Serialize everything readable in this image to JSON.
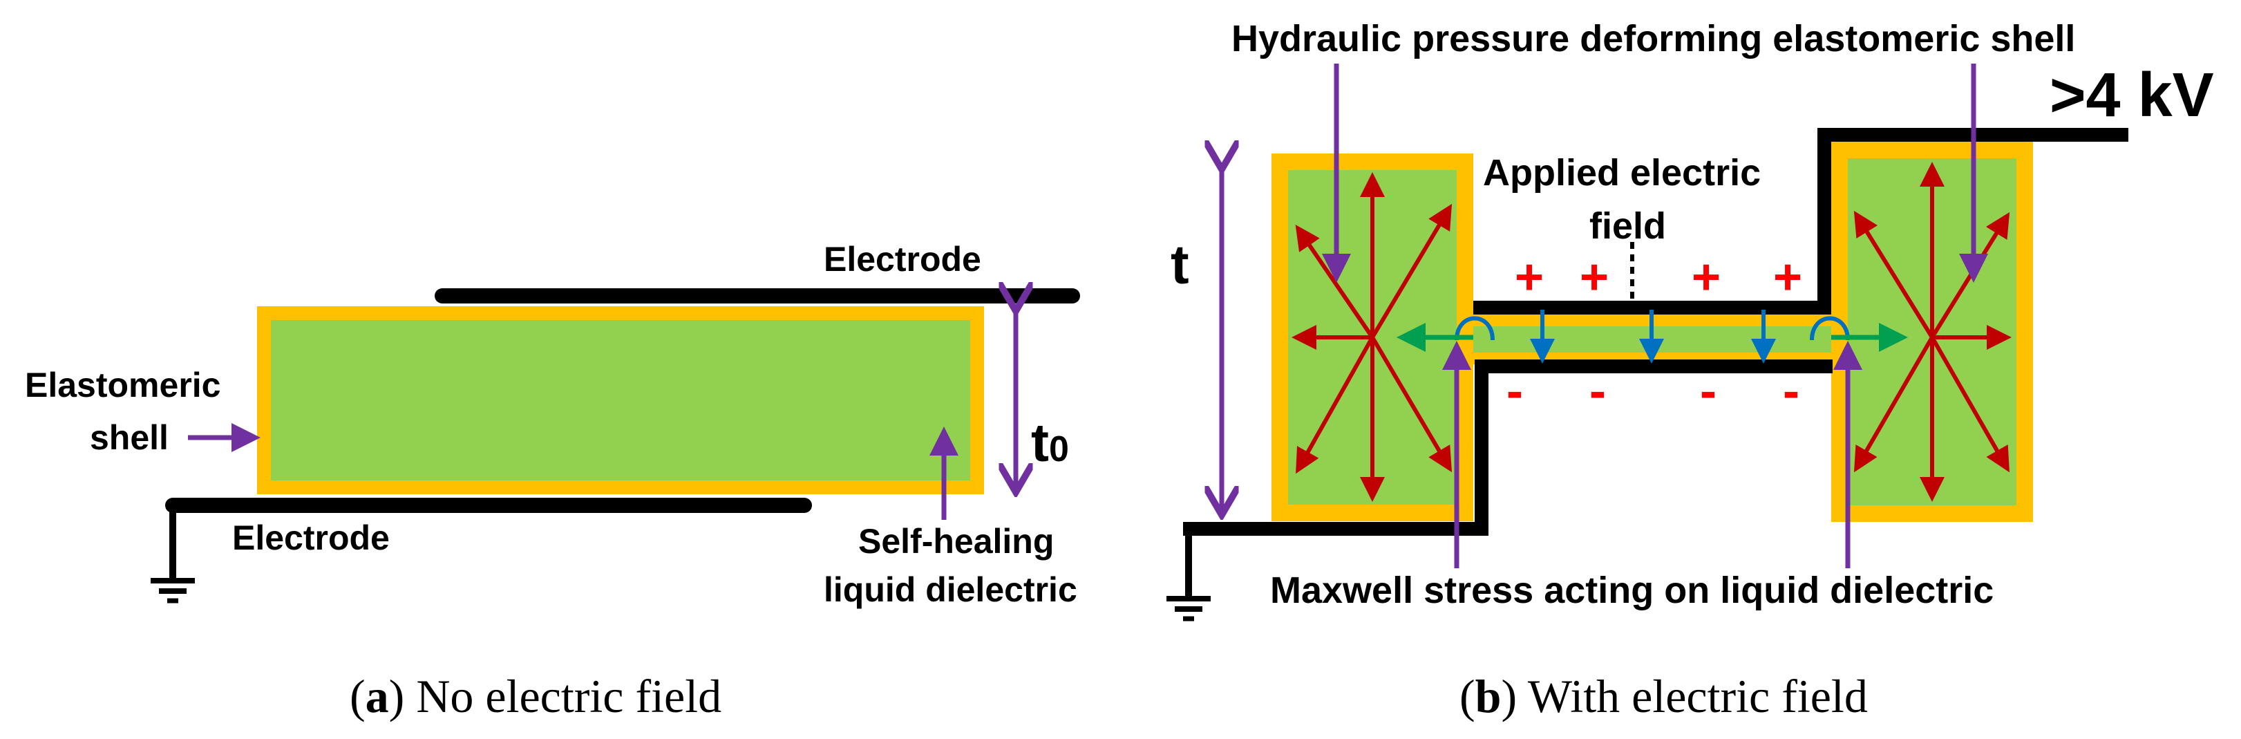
{
  "colors": {
    "shell": "#FFC000",
    "dielectric": "#92D050",
    "electrode": "#000000",
    "annotation_arrow": "#7030A0",
    "pressure_arrow": "#C00000",
    "field_arrow": "#0070C0",
    "stress_arrow": "#00A050",
    "charge": "#FF0000"
  },
  "panel_a": {
    "label_electrode_top": "Electrode",
    "label_electrode_bottom": "Electrode",
    "label_shell_line1": "Elastomeric",
    "label_shell_line2": "shell",
    "label_thickness": "t",
    "label_thickness_sub": "0",
    "label_dielectric_line1": "Self-healing",
    "label_dielectric_line2": "liquid dielectric",
    "caption_letter": "a",
    "caption_open": "(",
    "caption_close": ")",
    "caption_text": " No electric field",
    "icons": [
      "ground-icon"
    ]
  },
  "panel_b": {
    "label_hydraulic": "Hydraulic pressure deforming elastomeric shell",
    "label_voltage": ">4 kV",
    "label_field_line1": "Applied electric",
    "label_field_line2": "field",
    "label_thickness": "t",
    "label_maxwell": "Maxwell stress acting on liquid dielectric",
    "plus_signs": [
      "+",
      "+",
      "+",
      "+"
    ],
    "minus_signs": [
      "-",
      "-",
      "-",
      "-"
    ],
    "caption_letter": "b",
    "caption_open": "(",
    "caption_close": ")",
    "caption_text": " With electric field",
    "icons": [
      "ground-icon"
    ]
  }
}
